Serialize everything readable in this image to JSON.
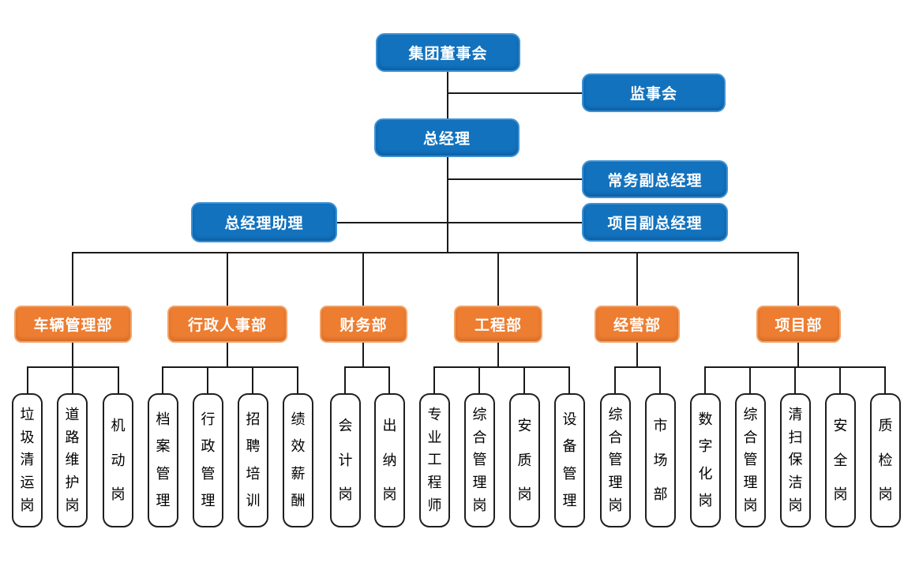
{
  "top": {
    "board": "集团董事会",
    "supervisory": "监事会",
    "general_manager": "总经理",
    "deputy_gm_executive": "常务副总经理",
    "gm_assistant": "总经理助理",
    "deputy_gm_project": "项目副总经理"
  },
  "departments": [
    {
      "label": "车辆管理部",
      "positions": [
        "垃圾清运岗",
        "道路维护岗",
        "机动岗"
      ]
    },
    {
      "label": "行政人事部",
      "positions": [
        "档案管理",
        "行政管理",
        "招聘培训",
        "绩效薪酬"
      ]
    },
    {
      "label": "财务部",
      "positions": [
        "会计岗",
        "出纳岗"
      ]
    },
    {
      "label": "工程部",
      "positions": [
        "专业工程师",
        "综合管理岗",
        "安质岗",
        "设备管理"
      ]
    },
    {
      "label": "经营部",
      "positions": [
        "综合管理岗",
        "市场部"
      ]
    },
    {
      "label": "项目部",
      "positions": [
        "数字化岗",
        "综合管理岗",
        "清扫保洁岗",
        "安全岗",
        "质检岗"
      ]
    }
  ],
  "colors": {
    "primary_blue": "#1272BE",
    "accent_orange": "#ED7D31",
    "connector_line": "#1a1a1a",
    "position_border": "#1f1f1f",
    "text_on_color": "#FFFFFF",
    "position_text": "#000000"
  }
}
